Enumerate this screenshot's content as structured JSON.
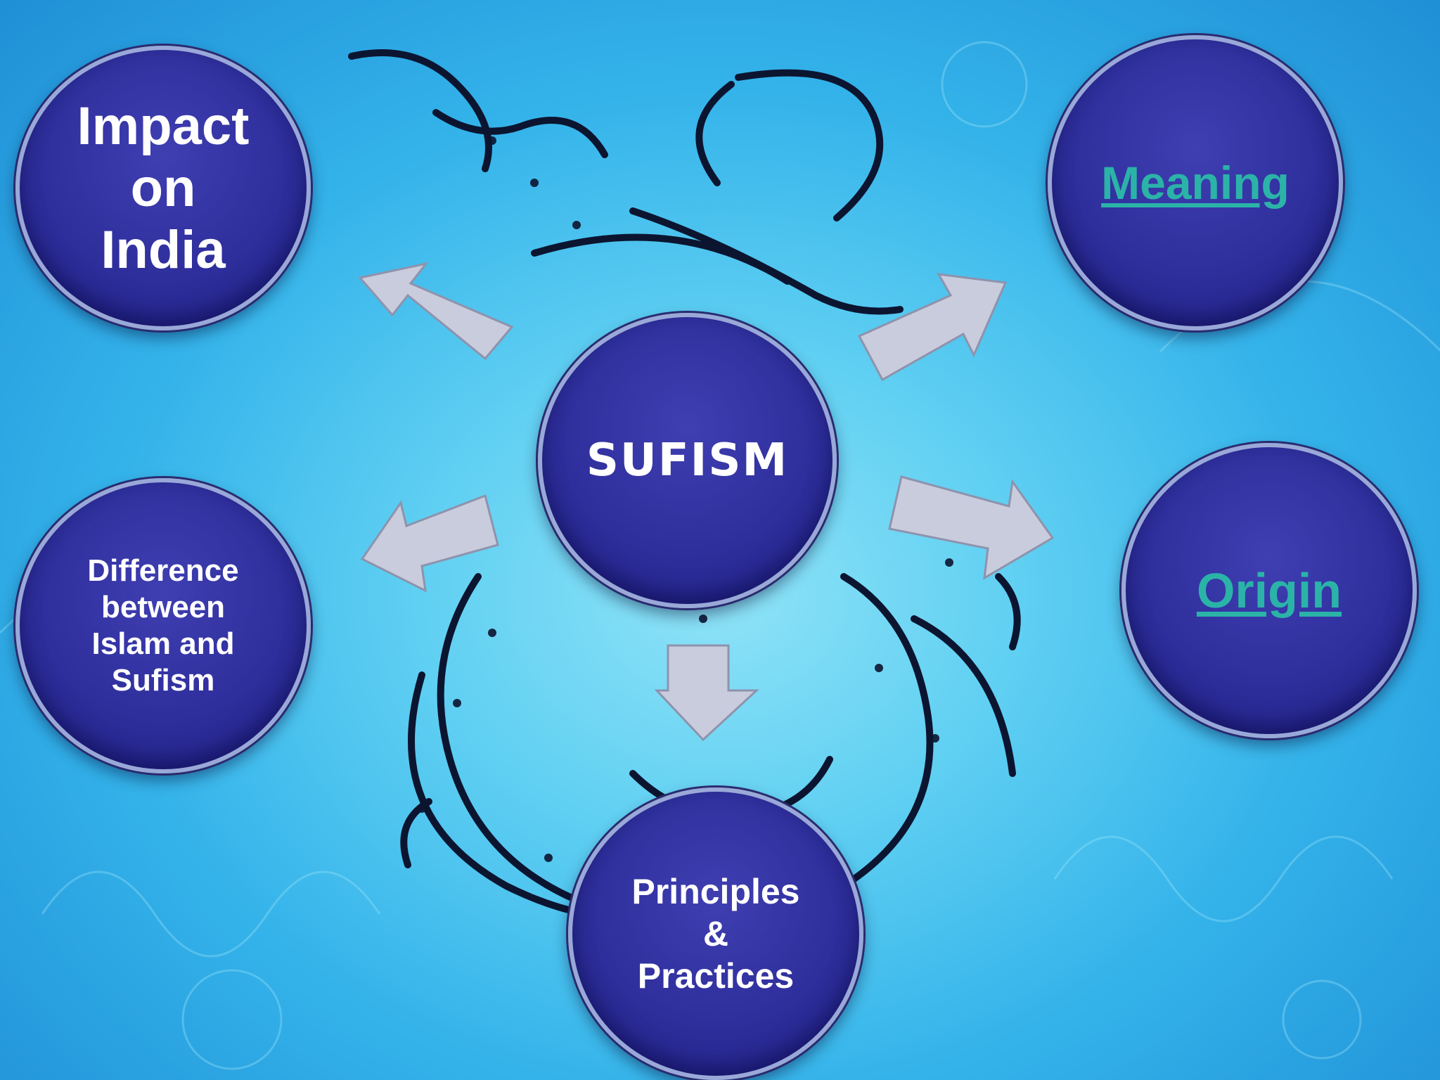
{
  "center": {
    "label": "SUFISM"
  },
  "nodes": {
    "impact": {
      "label": "Impact\non\nIndia"
    },
    "meaning": {
      "label": "Meaning"
    },
    "difference": {
      "label": "Difference\nbetween\nIslam and\nSufism"
    },
    "origin": {
      "label": "Origin"
    },
    "principles": {
      "label": "Principles\n&\nPractices"
    }
  },
  "colors": {
    "node_fill": "#2e2e9c",
    "link_text": "#2bb3a8",
    "arrow": "#c9ccdc",
    "background": "#34b3ea"
  }
}
